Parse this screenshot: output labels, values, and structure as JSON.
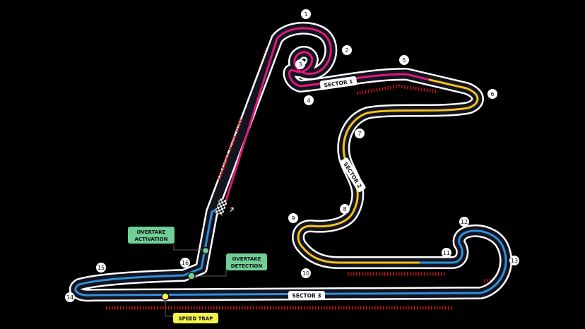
{
  "map": {
    "turns": [
      "1",
      "2",
      "3",
      "4",
      "5",
      "6",
      "7",
      "8",
      "9",
      "10",
      "11",
      "12",
      "13",
      "14",
      "15",
      "16"
    ],
    "sectors": {
      "s1": "SECTOR 1",
      "s2": "SECTOR 2",
      "s3": "SECTOR 3"
    },
    "straightmode": "STRAIGHT MODE ZONE",
    "overtake_activation": [
      "OVERTAKE",
      "ACTIVATION"
    ],
    "overtake_detection": [
      "OVERTAKE",
      "DETECTION"
    ],
    "speed_trap": "SPEED TRAP"
  },
  "colors": {
    "background": "#000000",
    "track_outline": "#ffffff",
    "track_surface": "#141420",
    "sector1": "#e0177a",
    "sector2": "#f2c21b",
    "sector3": "#2f8fd8",
    "kerb": "#c0161b",
    "overtake_label_bg": "#6fcf97",
    "speed_trap_bg": "#f5f24a"
  }
}
